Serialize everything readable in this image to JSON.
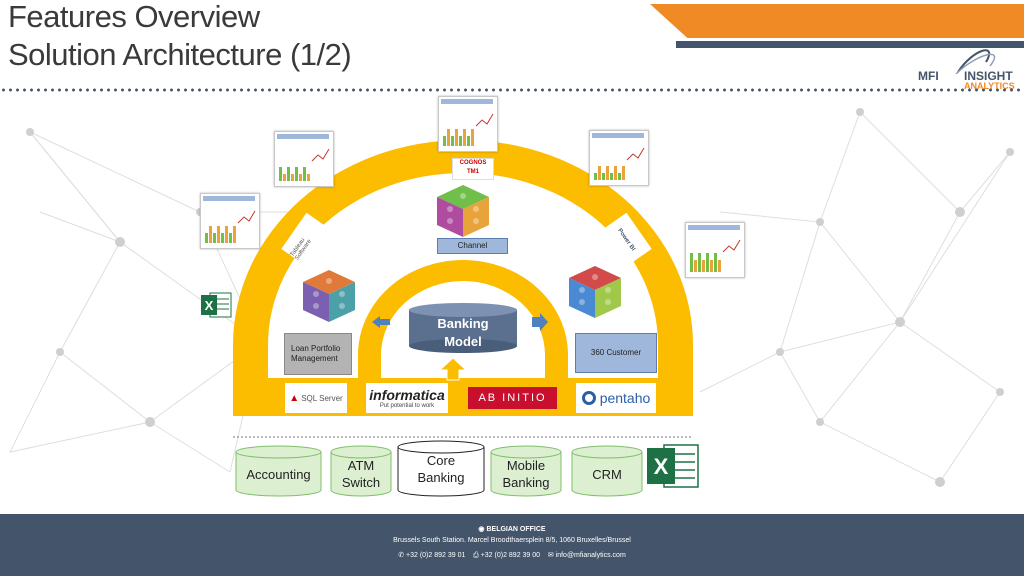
{
  "header": {
    "title_line1": "Features Overview",
    "title_line2": "Solution Architecture (1/2)",
    "logo_left": "MFI",
    "logo_insight": "INSIGHT",
    "logo_analytics": "ANALYTICS"
  },
  "diagram": {
    "outer_arc_labels": {
      "top": "COGNOS TM1",
      "left": "Tableau Software",
      "right": "Power BI"
    },
    "cube_labels": {
      "channel": "Channel",
      "loan_line1": "Loan Portfolio",
      "loan_line2": "Management",
      "customer": "360 Customer"
    },
    "banking_model_line1": "Banking",
    "banking_model_line2": "Model",
    "etl_vendors": {
      "sql": "SQL Server",
      "informatica": "informatica",
      "informatica_tag": "Put potential to work",
      "abinitio": "AB INITIO",
      "pentaho": "pentaho"
    },
    "sources": [
      {
        "line1": "Accounting",
        "line2": ""
      },
      {
        "line1": "ATM",
        "line2": "Switch"
      },
      {
        "line1": "Core",
        "line2": "Banking"
      },
      {
        "line1": "Mobile",
        "line2": "Banking"
      },
      {
        "line1": "CRM",
        "line2": ""
      }
    ]
  },
  "footer": {
    "office": "BELGIAN OFFICE",
    "address": "Brussels South Station. Marcel Broodthaersplein 8/5, 1060 Bruxelles/Brussel",
    "phone": "+32 (0)2 892 39 01",
    "fax": "+32 (0)2 892 39 00",
    "email": "info@mfianalytics.com"
  },
  "colors": {
    "accent_orange": "#f08a24",
    "navy": "#44546a",
    "arc_yellow": "#fcbc00",
    "excel_green": "#1e7145"
  }
}
